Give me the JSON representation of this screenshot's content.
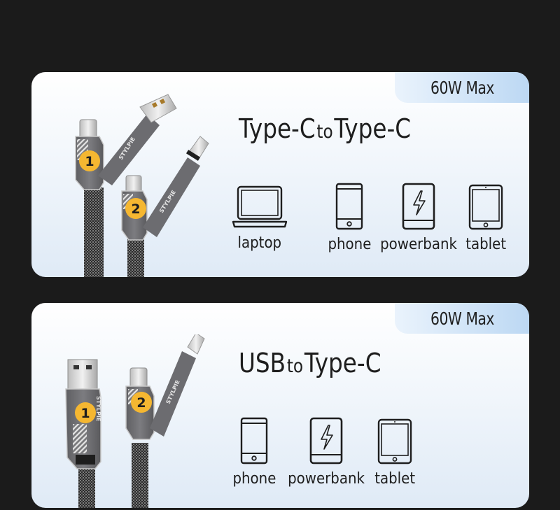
{
  "cards": [
    {
      "badge": "60W Max",
      "title": {
        "from": "Type-C",
        "connector": "to",
        "to": "Type-C"
      },
      "plugs": [
        {
          "number": "1"
        },
        {
          "number": "2"
        }
      ],
      "brand_text": "STYLPIE",
      "devices": [
        {
          "label": "laptop",
          "icon": "laptop-icon"
        },
        {
          "label": "phone",
          "icon": "phone-icon"
        },
        {
          "label": "powerbank",
          "icon": "powerbank-icon"
        },
        {
          "label": "tablet",
          "icon": "tablet-icon"
        }
      ]
    },
    {
      "badge": "60W Max",
      "title": {
        "from": "USB",
        "connector": "to",
        "to": "Type-C"
      },
      "plugs": [
        {
          "number": "1"
        },
        {
          "number": "2"
        }
      ],
      "brand_text": "STYLPIE",
      "devices": [
        {
          "label": "phone",
          "icon": "phone-icon"
        },
        {
          "label": "powerbank",
          "icon": "powerbank-icon"
        },
        {
          "label": "tablet",
          "icon": "tablet-icon"
        }
      ]
    }
  ],
  "colors": {
    "background": "#1b1b1b",
    "badge_gradient_end": "#bcd8f3",
    "number_circle": "#f5b731",
    "plug_metal": "#6f6f72",
    "text": "#1e1e1e"
  }
}
